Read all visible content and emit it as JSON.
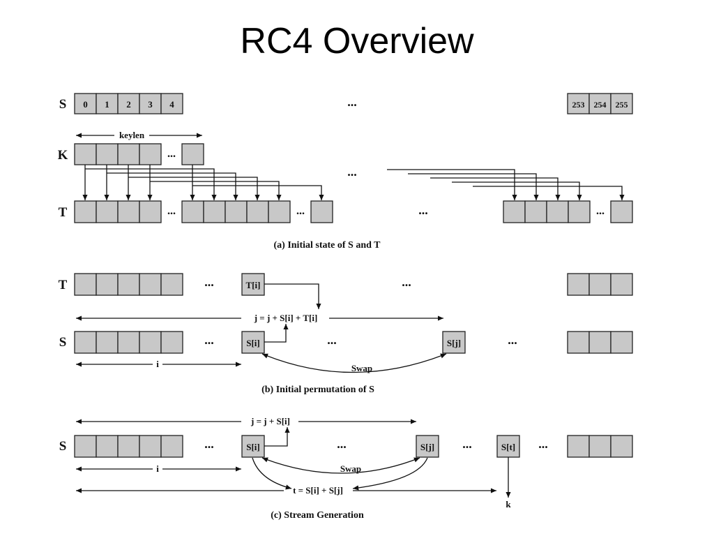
{
  "title": "RC4 Overview",
  "panel_a": {
    "caption": "(a) Initial state of S and T",
    "row_labels": {
      "s": "S",
      "k": "K",
      "t": "T"
    },
    "s_first_cells": [
      "0",
      "1",
      "2",
      "3",
      "4"
    ],
    "s_last_cells": [
      "253",
      "254",
      "255"
    ],
    "keylen_label": "keylen",
    "ellipsis": "..."
  },
  "panel_b": {
    "caption": "(b) Initial permutation of S",
    "row_labels": {
      "t": "T",
      "s": "S"
    },
    "t_i": "T[i]",
    "s_i": "S[i]",
    "s_j": "S[j]",
    "j_formula": "j = j + S[i] + T[i]",
    "i_label": "i",
    "swap_label": "Swap",
    "ellipsis": "..."
  },
  "panel_c": {
    "caption": "(c) Stream Generation",
    "row_labels": {
      "s": "S"
    },
    "s_i": "S[i]",
    "s_j": "S[j]",
    "s_t": "S[t]",
    "j_formula": "j = j + S[i]",
    "i_label": "i",
    "swap_label": "Swap",
    "t_formula": "t = S[i] + S[j]",
    "k_label": "k",
    "ellipsis": "..."
  }
}
